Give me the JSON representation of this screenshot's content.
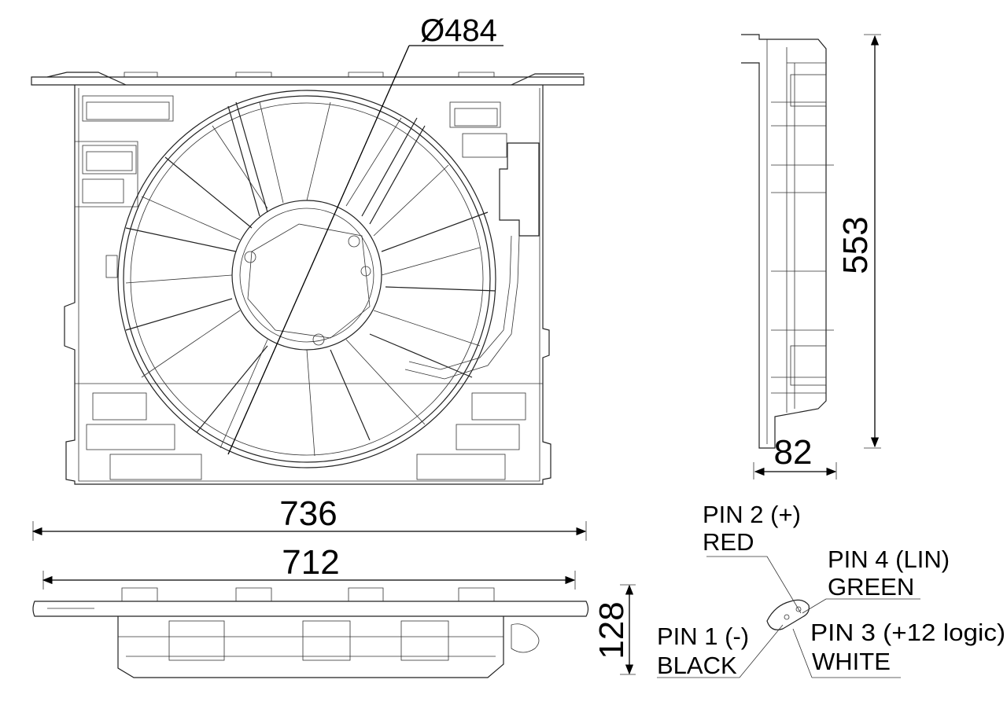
{
  "dimensions": {
    "fan_diameter": "Ø484",
    "width_overall": "736",
    "width_mount": "712",
    "height": "553",
    "depth_side": "82",
    "depth_bottom": "128"
  },
  "pins": {
    "pin2": {
      "name": "PIN 2 (+)",
      "color": "RED"
    },
    "pin4": {
      "name": "PIN 4 (LIN)",
      "color": "GREEN"
    },
    "pin1": {
      "name": "PIN 1 (-)",
      "color": "BLACK"
    },
    "pin3": {
      "name": "PIN 3 (+12 logic)",
      "color": "WHITE"
    }
  }
}
